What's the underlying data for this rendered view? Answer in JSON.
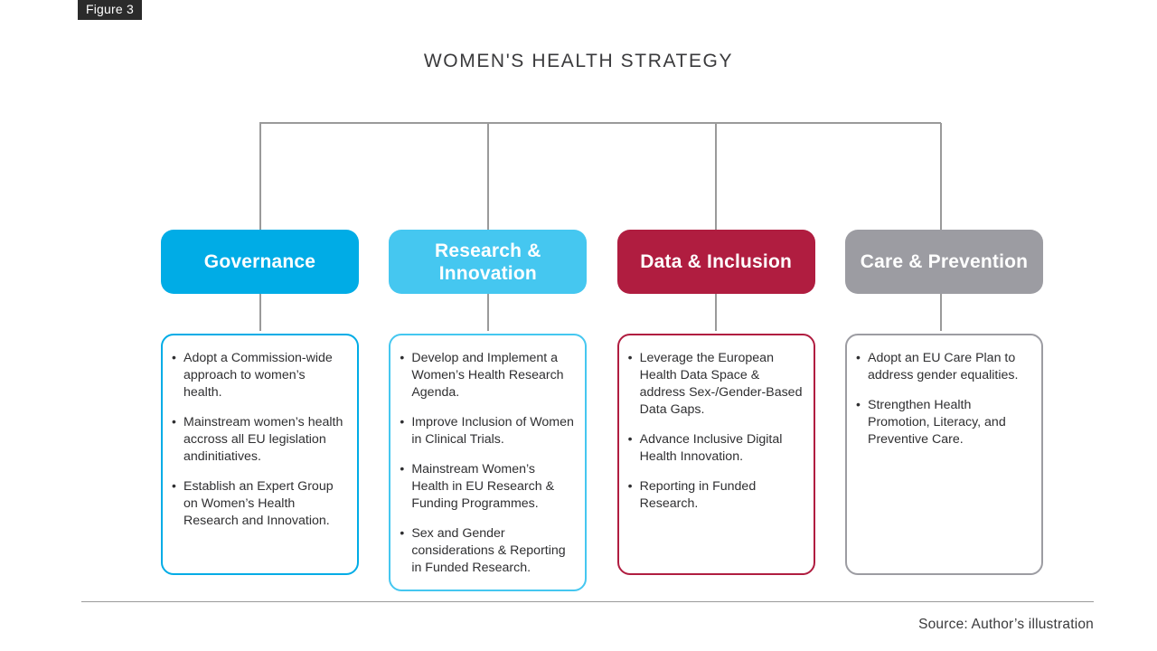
{
  "figure": {
    "badge_label": "Figure 3"
  },
  "title": "WOMEN'S HEALTH STRATEGY",
  "colors": {
    "governance": "#00ACE6",
    "research": "#45C7F0",
    "data": "#B01D40",
    "care": "#9C9CA2",
    "connector": "#9a9a9a",
    "text": "#2f2f31",
    "background": "#ffffff"
  },
  "connector": {
    "type": "bracket",
    "orientation": "top-horizontal-with-drops",
    "drop_count": 4
  },
  "columns": [
    {
      "id": "governance",
      "header": "Governance",
      "header_color": "#00ACE6",
      "border_color": "#00ACE6",
      "bullets": [
        "Adopt a Commission-wide approach to women’s health.",
        "Mainstream women’s health accross all EU legislation andinitiatives.",
        "Establish an Expert Group on Women’s Health Research and Innovation."
      ]
    },
    {
      "id": "research-innovation",
      "header": "Research & Innovation",
      "header_color": "#45C7F0",
      "border_color": "#45C7F0",
      "bullets": [
        "Develop and Implement a Women’s Health Research Agenda.",
        "Improve Inclusion of Women in Clinical Trials.",
        "Mainstream Women’s Health in EU Research & Funding Programmes.",
        "Sex and Gender considerations & Reporting in Funded Research."
      ]
    },
    {
      "id": "data-inclusion",
      "header": "Data & Inclusion",
      "header_color": "#B01D40",
      "border_color": "#B01D40",
      "bullets": [
        "Leverage the European Health Data Space & address Sex-/Gender-Based Data Gaps.",
        "Advance Inclusive Digital Health Innovation.",
        "Reporting in Funded Research."
      ]
    },
    {
      "id": "care-prevention",
      "header": "Care & Prevention",
      "header_color": "#9C9CA2",
      "border_color": "#9C9CA2",
      "bullets": [
        "Adopt an EU Care Plan to address gender equalities.",
        "Strengthen Health Promotion, Literacy, and Preventive Care."
      ]
    }
  ],
  "footer": {
    "source": "Source: Author’s illustration"
  }
}
